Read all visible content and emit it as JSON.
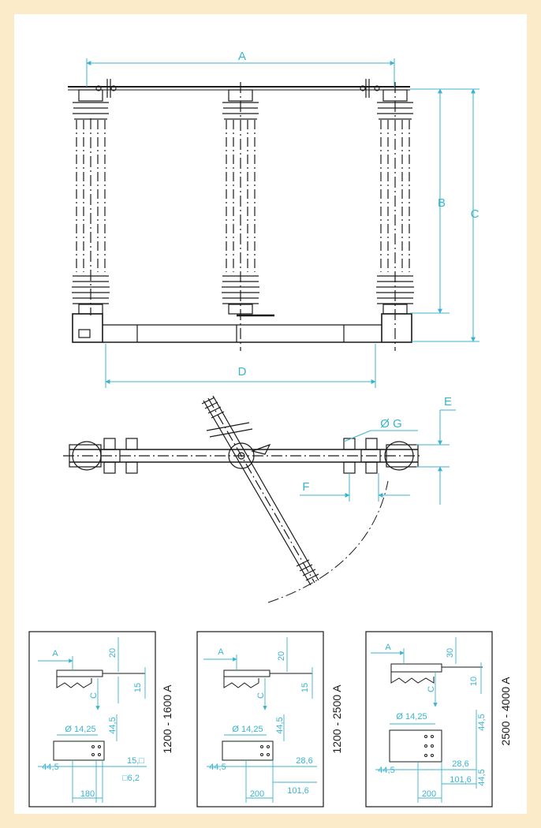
{
  "colors": {
    "border": "#fcebc9",
    "line": "#1a1a1a",
    "dim": "#3bb3cf",
    "paper": "#ffffff"
  },
  "front_view": {
    "dim_a": "A",
    "dim_b": "B",
    "dim_c": "C",
    "dim_d": "D"
  },
  "top_view": {
    "dim_e": "E",
    "dim_f": "F",
    "dim_g": "Ø G"
  },
  "details": [
    {
      "rating": "1200 - 1600 A",
      "a": "A",
      "c": "C",
      "top_gap": "20",
      "side_gap": "15",
      "hole": "Ø 14,25",
      "hole_vertical": "44,5",
      "left_offset": "44,5",
      "right_note": "15,□",
      "square_note": "□6,2",
      "width": "180"
    },
    {
      "rating": "1200 - 2500 A",
      "a": "A",
      "c": "C",
      "top_gap": "20",
      "side_gap": "15",
      "hole": "Ø 14,25",
      "hole_vertical": "44,5",
      "left_offset": "44,5",
      "right_note": "28,6",
      "spacing": "101,6",
      "width": "200"
    },
    {
      "rating": "2500 - 4000 A",
      "a": "A",
      "c": "C",
      "top_gap": "30",
      "side_gap": "10",
      "hole": "Ø 14,25",
      "hole_vertical": "44,5",
      "hole_vertical_2": "44,5",
      "left_offset": "44,5",
      "right_note": "28,6",
      "spacing": "101,6",
      "width": "200"
    }
  ]
}
